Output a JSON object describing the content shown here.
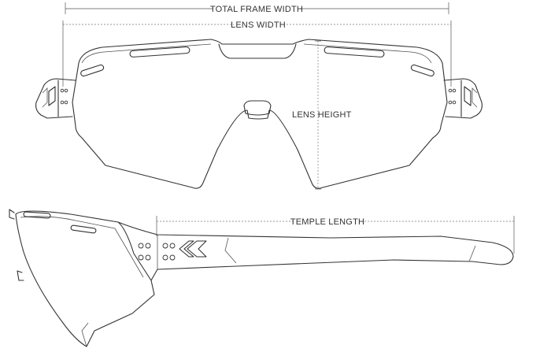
{
  "dimensions": {
    "total_frame_width": "TOTAL FRAME WIDTH",
    "lens_width": "LENS WIDTH",
    "lens_height": "LENS HEIGHT",
    "temple_length": "TEMPLE LENGTH"
  },
  "colors": {
    "line": "#333333",
    "background": "#ffffff"
  },
  "icons": {
    "logo": "chevron-logo-icon"
  }
}
